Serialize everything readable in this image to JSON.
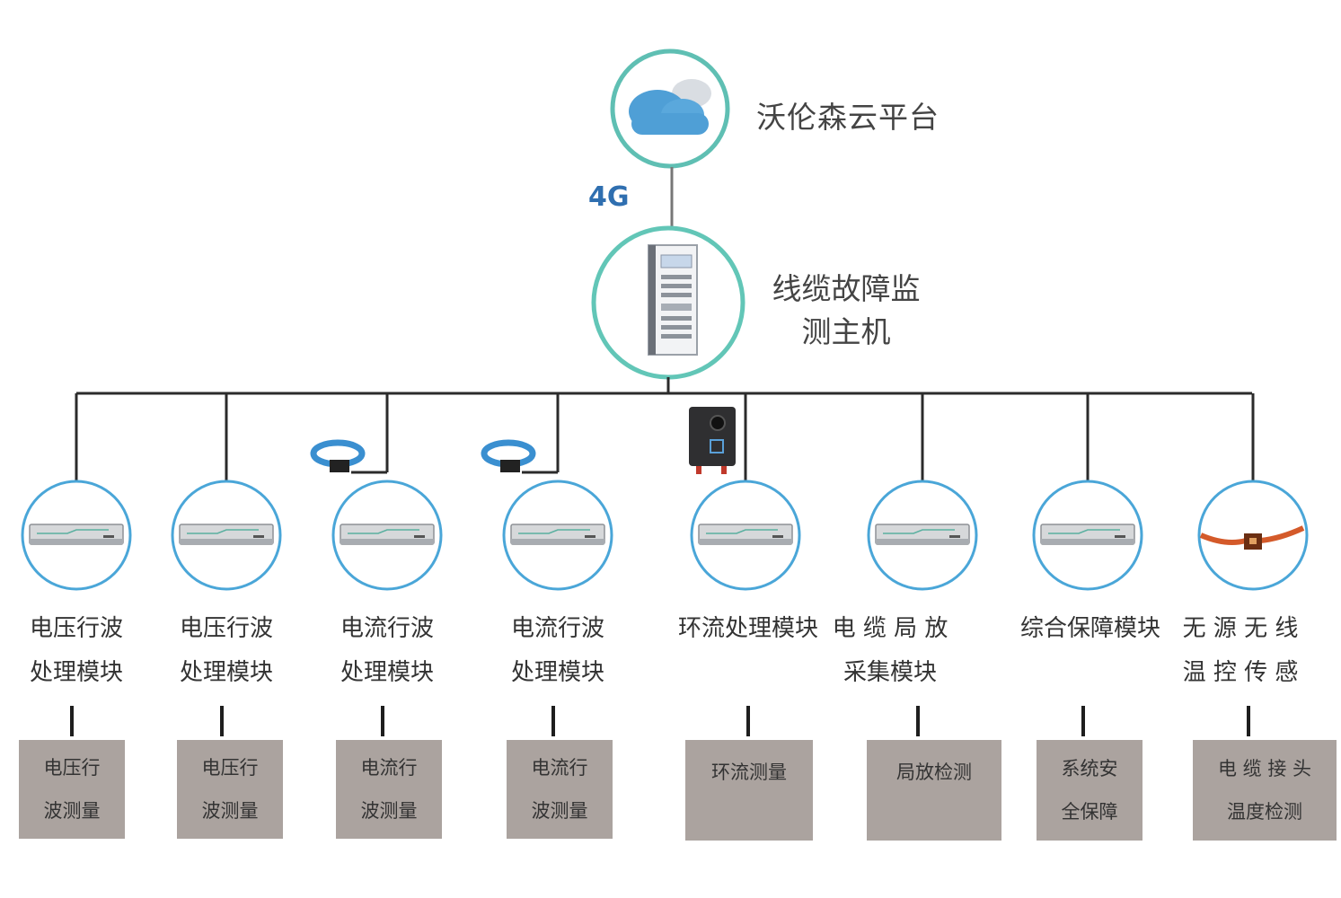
{
  "cloud": {
    "title": "沃伦森云平台"
  },
  "link_label": "4G",
  "host": {
    "line1": "线缆故障监",
    "line2": "测主机"
  },
  "modules": [
    {
      "label": [
        "电压行波",
        "处理模块"
      ],
      "measure": [
        "电压行",
        "波测量"
      ],
      "device": "module",
      "sensor": "none"
    },
    {
      "label": [
        "电压行波",
        "处理模块"
      ],
      "measure": [
        "电压行",
        "波测量"
      ],
      "device": "module",
      "sensor": "none"
    },
    {
      "label": [
        "电流行波",
        "处理模块"
      ],
      "measure": [
        "电流行",
        "波测量"
      ],
      "device": "module",
      "sensor": "ring-ct"
    },
    {
      "label": [
        "电流行波",
        "处理模块"
      ],
      "measure": [
        "电流行",
        "波测量"
      ],
      "device": "module",
      "sensor": "ring-ct"
    },
    {
      "label": [
        "环流处理模块"
      ],
      "measure": [
        "环流测量"
      ],
      "device": "module",
      "sensor": "clamp-ct"
    },
    {
      "label": [
        "电 缆 局 放",
        "采集模块"
      ],
      "measure": [
        "局放检测"
      ],
      "device": "module",
      "sensor": "none"
    },
    {
      "label": [
        "综合保障模块"
      ],
      "measure": [
        "系统安",
        "全保障"
      ],
      "device": "module",
      "sensor": "none"
    },
    {
      "label": [
        "无 源 无 线",
        "温 控 传 感"
      ],
      "measure": [
        "电 缆 接 头",
        "温度检测"
      ],
      "device": "cable-temp-sensor",
      "sensor": "none"
    }
  ],
  "colors": {
    "ring_cloud": "#5fbfb3",
    "ring_host": "#62c6b7",
    "ring_module": "#4aa6d8",
    "cloud_fill": "#4f9fd6",
    "line": "#2b2b2b",
    "box": "#aba39f"
  }
}
